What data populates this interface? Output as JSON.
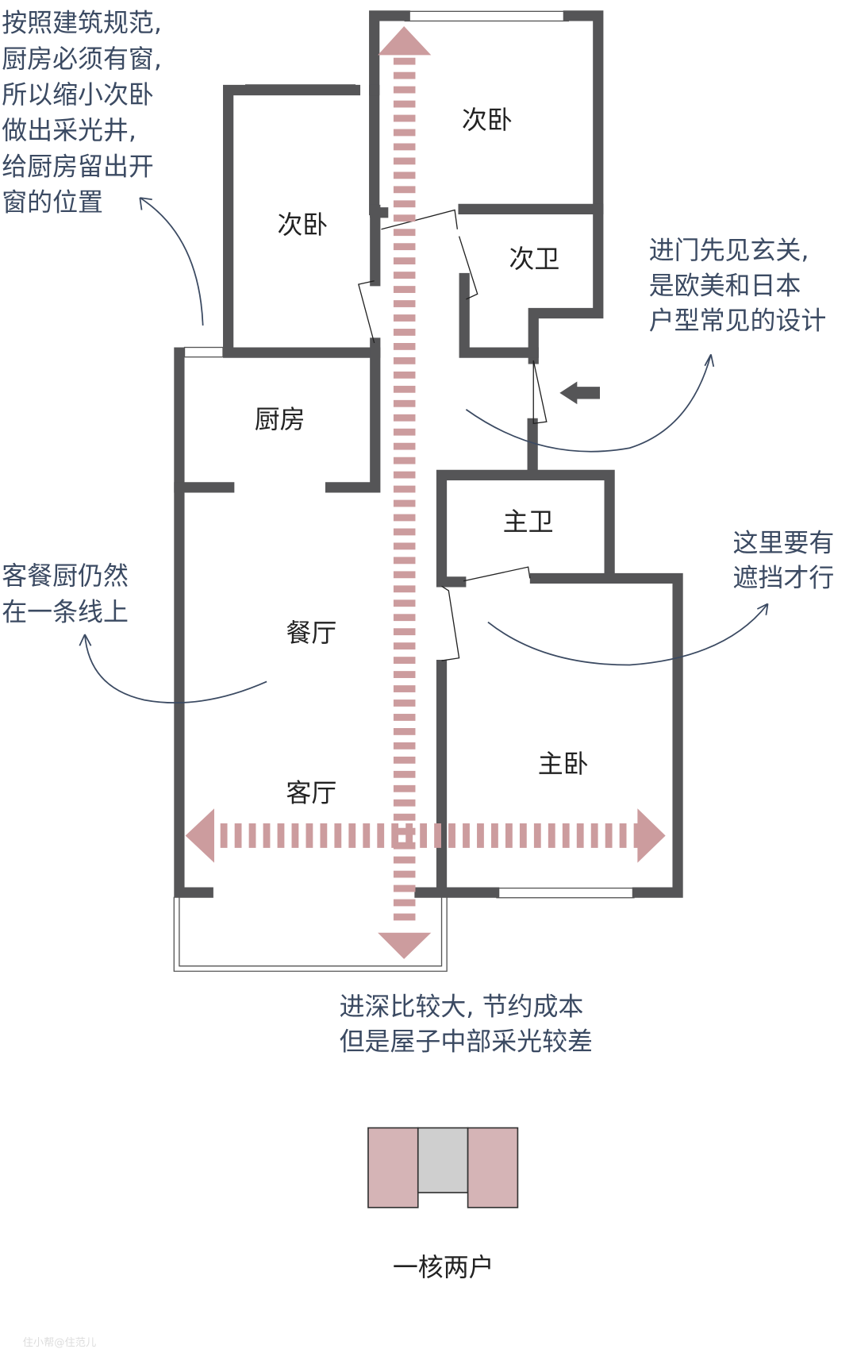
{
  "rooms": {
    "bedroom_left": "次卧",
    "bedroom_top": "次卧",
    "bath_second": "次卫",
    "kitchen": "厨房",
    "dining": "餐厅",
    "living": "客厅",
    "bath_master": "主卫",
    "bedroom_master": "主卧"
  },
  "annotations": {
    "kitchen_window": [
      "按照建筑规范,",
      "厨房必须有窗,",
      "所以缩小次卧",
      "做出采光井,",
      "给厨房留出开",
      "窗的位置"
    ],
    "entry": [
      "进门先见玄关,",
      "是欧美和日本",
      "户型常见的设计"
    ],
    "line": [
      "客餐厨仍然",
      "在一条线上"
    ],
    "screen": [
      "这里要有",
      "遮挡才行"
    ],
    "depth": [
      "进深比较大, 节约成本",
      "但是屋子中部采光较差"
    ]
  },
  "legend": {
    "label": "一核两户"
  },
  "watermark": "住小帮@住范儿",
  "colors": {
    "wall": "#555557",
    "arrow": "#cc9c9e",
    "note": "#3b4a62",
    "unit": "#d5b4b6",
    "core": "#cfcfcf"
  }
}
